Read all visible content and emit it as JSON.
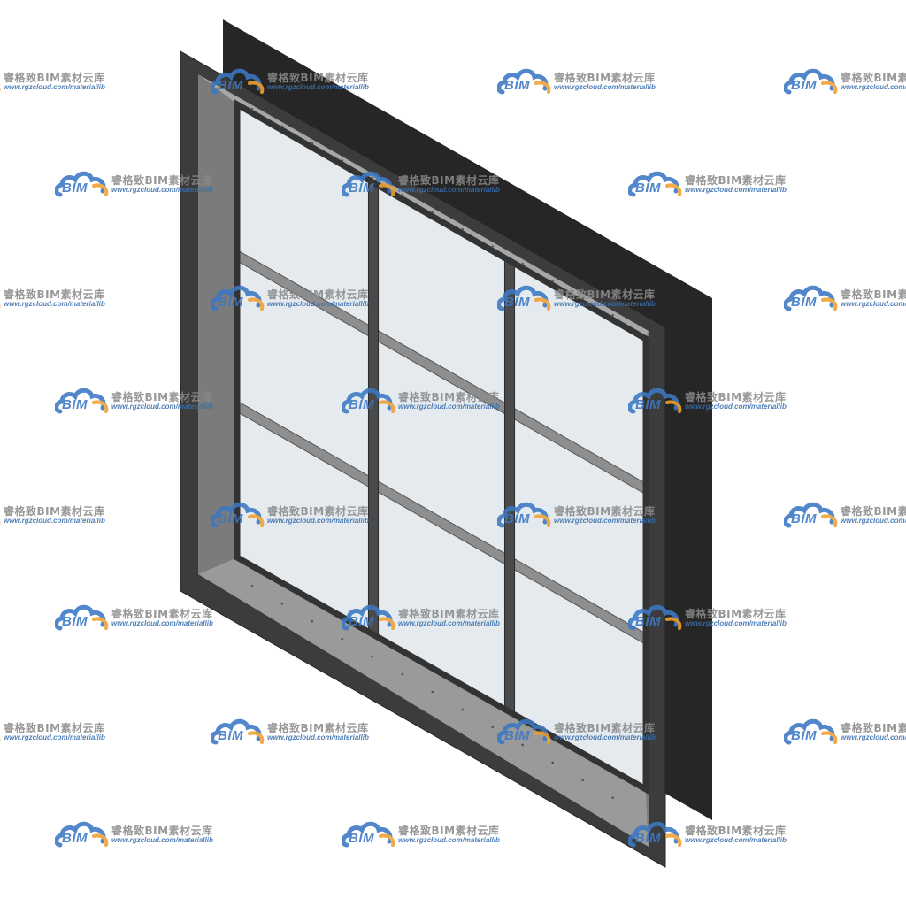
{
  "model": {
    "name": "window-3x3-grid",
    "colors": {
      "frame_dark": "#3c3c3c",
      "frame_edge": "#262626",
      "reveal_side": "#7b7b7b",
      "reveal_top": "#a7a7a7",
      "reveal_bottom": "#9a9a9a",
      "glass": "#e4eaee",
      "mullion": "#4a4a4a",
      "muntin": "#8e8e8e"
    }
  },
  "watermark": {
    "logo_text": "BIM",
    "brand_name": "睿格致BIM素材云库",
    "url": "www.rgzcloud.com/materiallib",
    "colors": {
      "cloud": "#3b78c4",
      "accent": "#f0a030",
      "name": "#8a8a8a",
      "url": "#3a6fae"
    }
  }
}
